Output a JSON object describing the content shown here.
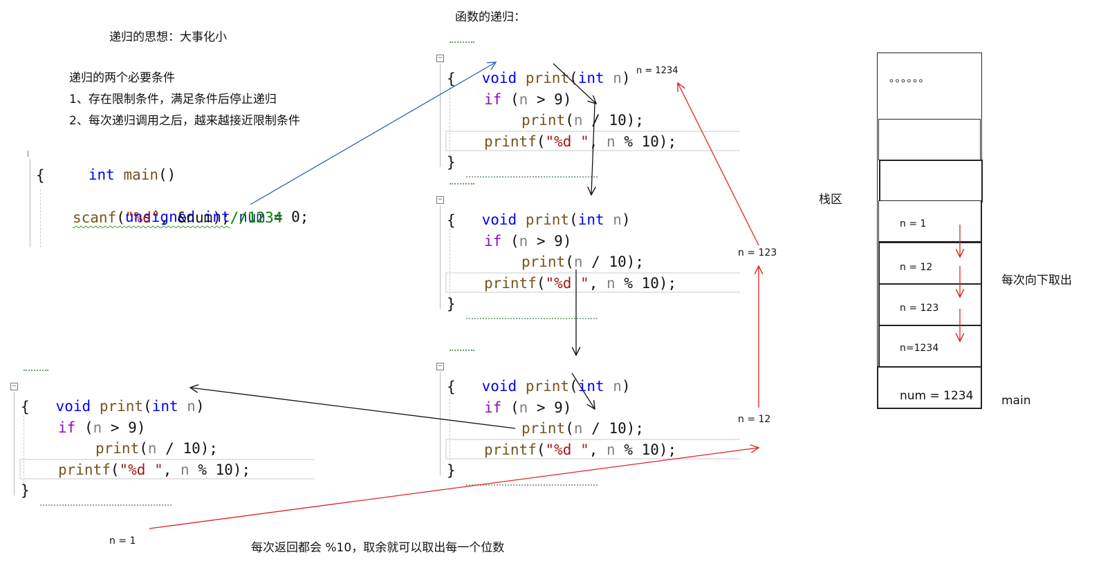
{
  "notes": {
    "recursion_idea": "递归的思想：大事化小",
    "conditions_title": "递归的两个必要条件",
    "condition_1": "1、存在限制条件，满足条件后停止递归",
    "condition_2": "2、每次递归调用之后，越来越接近限制条件",
    "function_recursion": "函数的递归：",
    "stack_area": "栈区",
    "take_down": "每次向下取出",
    "main_label": "main",
    "mod_note": "每次返回都会 %10，取余就可以取出每一个位数"
  },
  "flow_labels": {
    "n1234": "n = 1234",
    "n123": "n = 123",
    "n12": "n = 12",
    "n1": "n = 1"
  },
  "main_code": {
    "sig_type": "int",
    "sig_name": "main",
    "sig_parens": "()",
    "open_brace": "{",
    "decl_type1": "unsigned",
    "decl_type2": "int",
    "decl_var": "num",
    "decl_rest": " = 0;",
    "call_fn": "scanf",
    "call_open": "(",
    "call_fmt": "\"%d\"",
    "call_args": ", &num);",
    "call_comment": "//1234"
  },
  "print_code": {
    "ret": "void",
    "name": "print",
    "open": "(",
    "ptype": "int",
    "pname": "n",
    "close": ")",
    "open_brace": "{",
    "if_kw": "if",
    "if_open": " (",
    "if_var": "n",
    "if_rest": " > 9)",
    "call_name": "print",
    "call_open": "(",
    "call_var": "n",
    "call_rest": " / 10);",
    "printf_name": "printf",
    "printf_open": "(",
    "printf_fmt": "\"%d \"",
    "printf_sep": ", ",
    "printf_var": "n",
    "printf_rest": " % 10);",
    "close_brace": "}"
  },
  "stack": {
    "dots": "。。。。。。",
    "cells": [
      "n = 1",
      "n = 12",
      "n = 123",
      "n=1234",
      "num = 1234"
    ]
  },
  "colors": {
    "keyword": "#0000ff",
    "control": "#8f08c4",
    "function": "#74531f",
    "string": "#a31515",
    "comment": "#008000",
    "param": "#808080",
    "call_arrow": "#2a62b8",
    "return_arrow": "#e02020"
  }
}
